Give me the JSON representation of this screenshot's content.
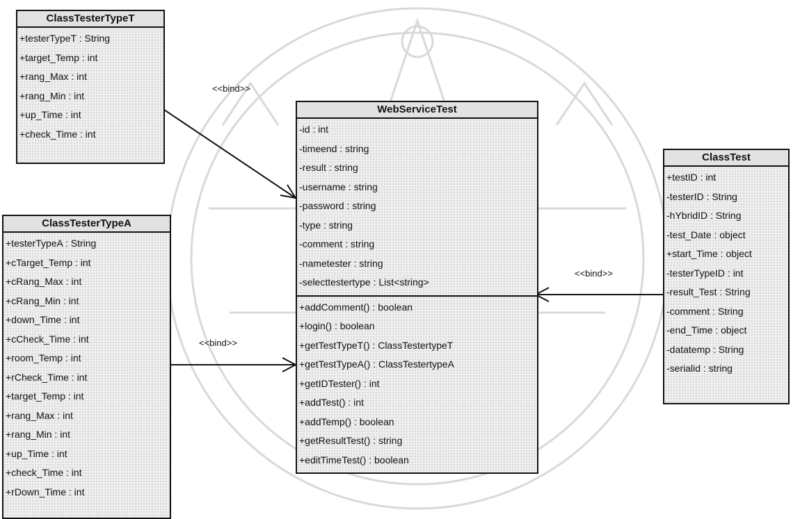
{
  "classes": {
    "typeT": {
      "name": "ClassTesterTypeT",
      "attributes": [
        "+testerTypeT : String",
        "+target_Temp : int",
        "+rang_Max : int",
        "+rang_Min : int",
        "+up_Time : int",
        "+check_Time : int"
      ]
    },
    "typeA": {
      "name": "ClassTesterTypeA",
      "attributes": [
        "+testerTypeA : String",
        "+cTarget_Temp : int",
        "+cRang_Max : int",
        "+cRang_Min : int",
        "+down_Time : int",
        "+cCheck_Time : int",
        "+room_Temp : int",
        "+rCheck_Time : int",
        "+target_Temp : int",
        "+rang_Max : int",
        "+rang_Min : int",
        "+up_Time : int",
        "+check_Time : int",
        "+rDown_Time : int"
      ]
    },
    "web": {
      "name": "WebServiceTest",
      "attributes": [
        "-id : int",
        "-timeend : string",
        "-result : string",
        "-username : string",
        "-password : string",
        "-type : string",
        "-comment : string",
        "-nametester : string",
        "-selecttestertype : List<string>"
      ],
      "operations": [
        "+addComment() : boolean",
        "+login() : boolean",
        "+getTestTypeT() : ClassTestertypeT",
        "+getTestTypeA() : ClassTestertypeA",
        "+getIDTester() : int",
        "+addTest() : int",
        "+addTemp() : boolean",
        "+getResultTest() : string",
        "+editTimeTest() : boolean"
      ]
    },
    "test": {
      "name": "ClassTest",
      "attributes": [
        "+testID : int",
        "-testerID : String",
        "-hYbridID : String",
        "-test_Date : object",
        "+start_Time : object",
        "-testerTypeID : int",
        "-result_Test : String",
        "-comment : String",
        "-end_Time : object",
        "-datatemp : String",
        "-serialid : string"
      ]
    }
  },
  "relations": [
    {
      "label": "<<bind>>"
    },
    {
      "label": "<<bind>>"
    },
    {
      "label": "<<bind>>"
    }
  ]
}
